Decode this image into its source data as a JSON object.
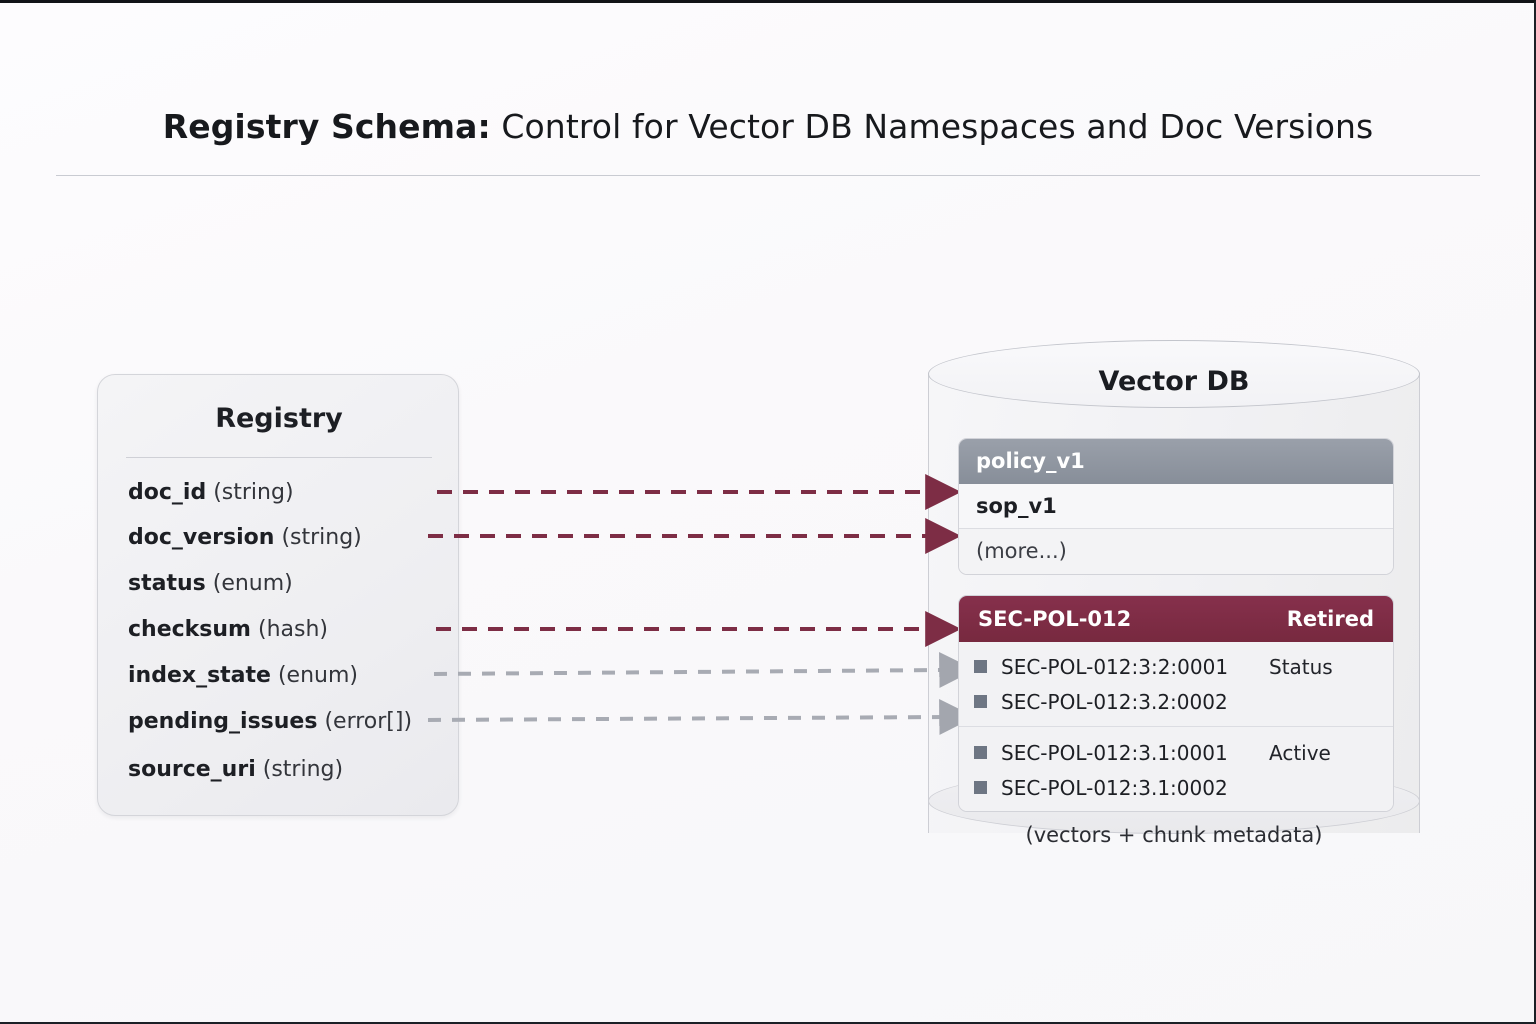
{
  "title": {
    "strong": "Registry Schema:",
    "rest": " Control for Vector DB Namespaces and Doc Versions"
  },
  "colors": {
    "accent_maroon": "#7d2d45",
    "accent_slate": "#8a919c",
    "arrow_strong": "#7d2d45",
    "arrow_weak": "#a8abb3",
    "bullet": "#6e7683",
    "page_bg": "#faf9fb"
  },
  "registry": {
    "title": "Registry",
    "fields": [
      {
        "name": "doc_id",
        "type": "(string)"
      },
      {
        "name": "doc_version",
        "type": "(string)"
      },
      {
        "name": "status",
        "type": "(enum)"
      },
      {
        "name": "checksum",
        "type": "(hash)"
      },
      {
        "name": "index_state",
        "type": "(enum)"
      },
      {
        "name": "pending_issues",
        "type": "(error[])"
      },
      {
        "name": "source_uri",
        "type": "(string)"
      }
    ]
  },
  "vector_db": {
    "title": "Vector DB",
    "caption": "(vectors + chunk metadata)",
    "namespaces": [
      {
        "label": "policy_v1",
        "style": "selected"
      },
      {
        "label": "sop_v1",
        "style": "plain"
      },
      {
        "label": "(more...)",
        "style": "muted"
      }
    ],
    "doc": {
      "id": "SEC-POL-012",
      "status": "Retired",
      "groups": [
        {
          "state": "Status",
          "chunks": [
            "SEC-POL-012:3:2:0001",
            "SEC-POL-012:3.2:0002"
          ]
        },
        {
          "state": "Active",
          "chunks": [
            "SEC-POL-012:3.1:0001",
            "SEC-POL-012:3.1:0002"
          ]
        }
      ]
    }
  },
  "connectors": [
    {
      "from": "doc_id",
      "kind": "strong"
    },
    {
      "from": "doc_version",
      "kind": "strong"
    },
    {
      "from": "checksum",
      "kind": "strong"
    },
    {
      "from": "index_state",
      "kind": "weak"
    },
    {
      "from": "pending_issues",
      "kind": "weak"
    }
  ]
}
